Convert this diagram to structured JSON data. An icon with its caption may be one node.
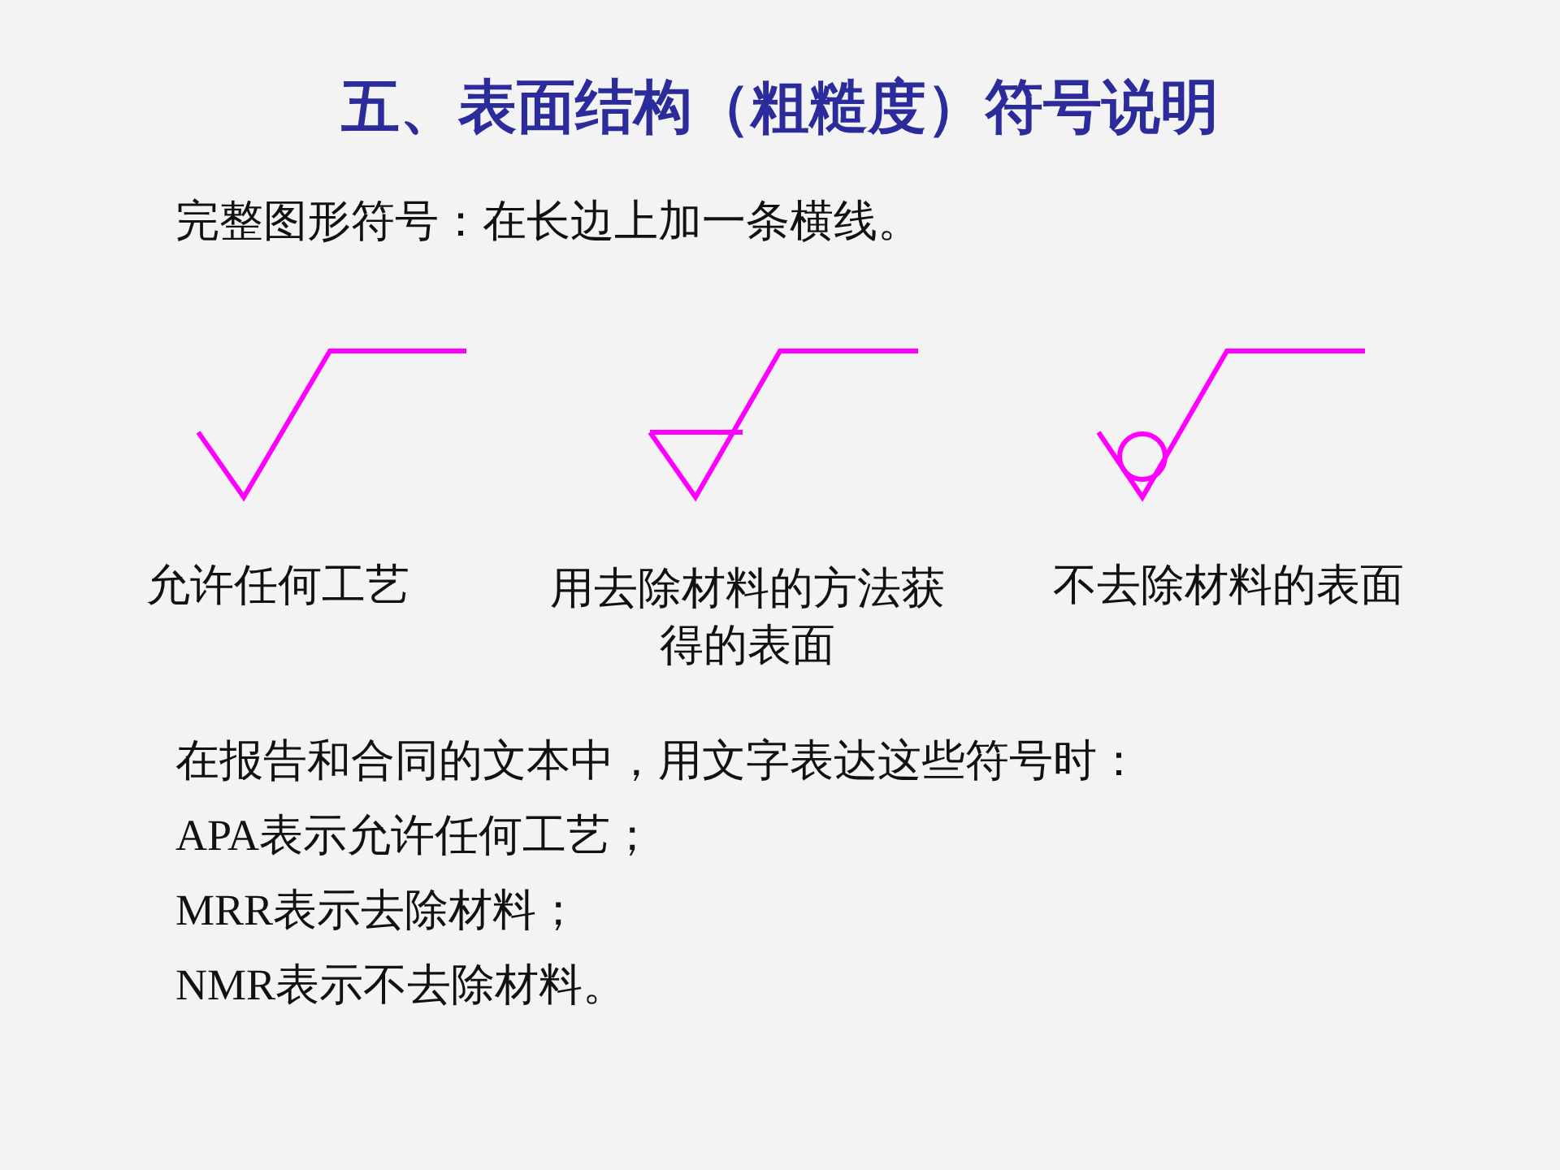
{
  "diagram": {
    "title": "五、表面结构（粗糙度）符号说明",
    "labels": [
      "完整图形符号：在长边上加一条横线。",
      "允许任何工艺",
      "用去除材料的方法获得的表面",
      "不去除材料的表面",
      "在报告和合同的文本中，用文字表达这些符号时：",
      "APA表示允许任何工艺；",
      "MRR表示去除材料；",
      "NMR表示不去除材料。"
    ]
  }
}
